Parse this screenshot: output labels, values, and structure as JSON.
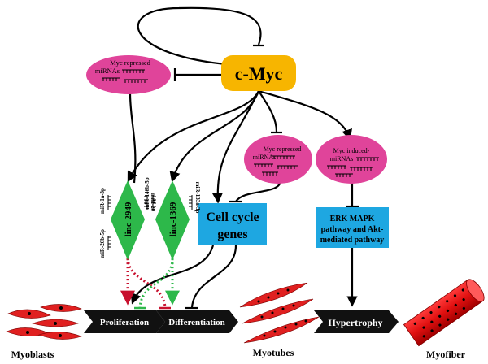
{
  "nodes": {
    "cmyc": "c-Myc",
    "myc_repressed_top_l1": "Myc repressed",
    "myc_repressed_top_l2": "miRNAs",
    "myc_repressed_mid_l1": "Myc repressed",
    "myc_repressed_mid_l2": "miRNAs",
    "myc_induced_l1": "Myc induced-",
    "myc_induced_l2": "miRNAs",
    "cell_cycle_l1": "Cell cycle",
    "cell_cycle_l2": "genes",
    "erk_l1": "ERK MAPK",
    "erk_l2": "pathway and Akt-",
    "erk_l3": "mediated pathway",
    "linc2949": "linc-2949",
    "linc1369": "linc-1369"
  },
  "mirna_labels": {
    "mir1a": "miR-1a-3p",
    "mir26b": "miR-26b-5p",
    "mir20": "miR-20",
    "mir146b": "miR-146b-5p",
    "mir133a": "miR-133a-3p"
  },
  "stages": {
    "proliferation": "Proliferation",
    "differentiation": "Differentiation",
    "hypertrophy": "Hypertrophy"
  },
  "cells": {
    "myoblasts": "Myoblasts",
    "myotubes": "Myotubes",
    "myofiber": "Myofiber"
  },
  "colors": {
    "cmyc_fill": "#f7b500",
    "ellipse_fill": "#e0449a",
    "box_fill": "#1ea7e1",
    "diamond_fill": "#2db84a",
    "cell_red": "#e02020",
    "dot_red": "#c8102e",
    "dot_green": "#2db84a"
  }
}
